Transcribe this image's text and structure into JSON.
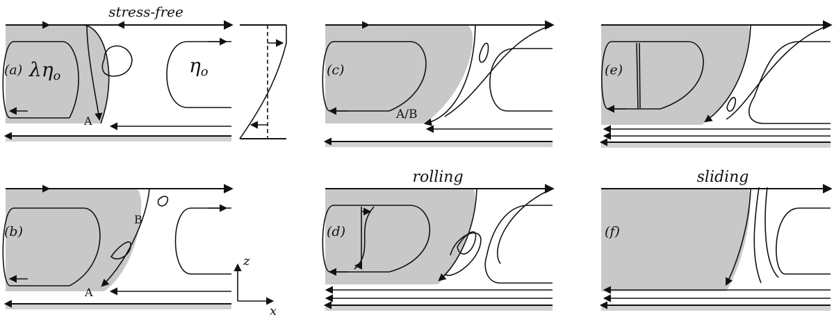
{
  "figure": {
    "colors": {
      "drop": "#c8c8c8",
      "stroke": "#111111",
      "background": "#ffffff",
      "wall_fill": "#d2d2d2"
    },
    "headings": {
      "a": "stress-free",
      "d": "rolling",
      "f": "sliding"
    },
    "panels": [
      {
        "id": "a",
        "label": "(a)",
        "inner_viscosity": "λη",
        "inner_sub": "o",
        "outer_viscosity": "η",
        "outer_sub": "o",
        "point_labels": [
          "A"
        ]
      },
      {
        "id": "b",
        "label": "(b)",
        "point_labels": [
          "A",
          "B"
        ]
      },
      {
        "id": "c",
        "label": "(c)",
        "point_labels": [
          "A/B"
        ]
      },
      {
        "id": "d",
        "label": "(d)"
      },
      {
        "id": "e",
        "label": "(e)"
      },
      {
        "id": "f",
        "label": "(f)"
      }
    ],
    "axes": {
      "vertical": "z",
      "horizontal": "x"
    }
  }
}
